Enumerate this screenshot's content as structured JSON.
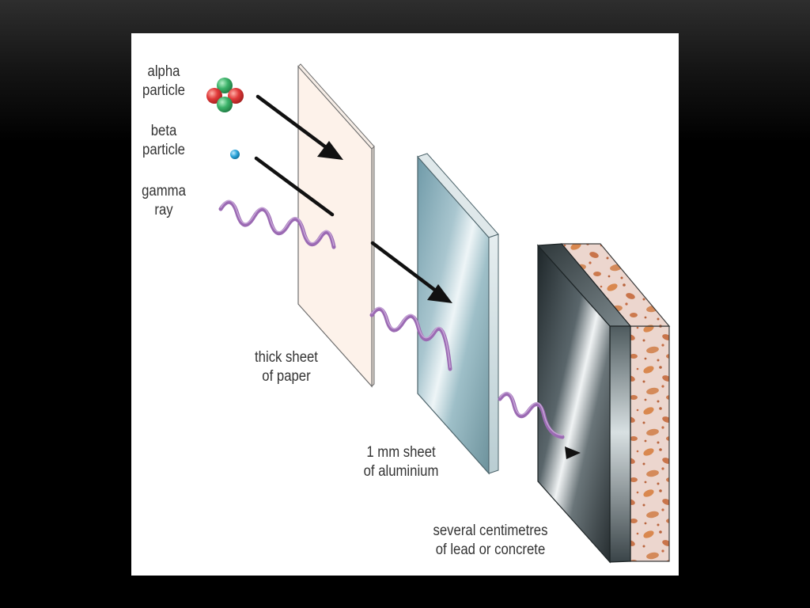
{
  "particles": {
    "alpha": {
      "line1": "alpha",
      "line2": "particle"
    },
    "beta": {
      "line1": "beta",
      "line2": "particle"
    },
    "gamma": {
      "line1": "gamma",
      "line2": "ray"
    }
  },
  "barriers": {
    "paper": {
      "line1": "thick sheet",
      "line2": "of paper"
    },
    "aluminium": {
      "line1": "1 mm sheet",
      "line2": "of aluminium"
    },
    "lead": {
      "line1": "several centimetres",
      "line2": "of lead or concrete"
    }
  },
  "colors": {
    "background": "#000000",
    "panel": "#ffffff",
    "paper": "#fdf2ea",
    "aluminium": "#8fb3bd",
    "lead": "#3d4548",
    "concrete": "#e8cfc6",
    "gamma_wave": "#9b6ab3",
    "alpha_red": "#e03a3a",
    "alpha_green": "#3db36a",
    "beta_blue": "#2aa3d8",
    "arrow": "#111111"
  }
}
